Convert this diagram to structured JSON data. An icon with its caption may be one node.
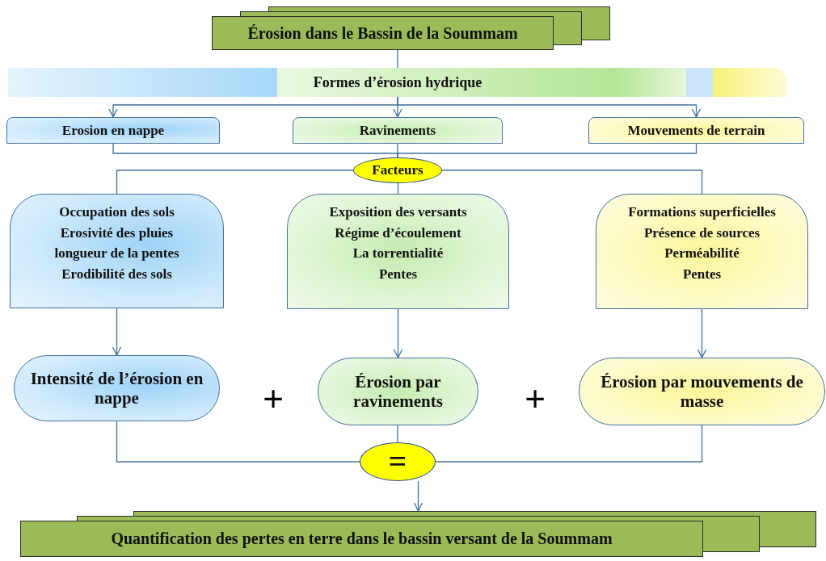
{
  "diagram": {
    "nodes": [
      {
        "text": [
          "Érosion dans le Bassin de la Soummam"
        ]
      },
      {
        "text": [
          "Formes d’érosion hydrique"
        ]
      },
      {
        "text": [
          "Erosion en nappe"
        ]
      },
      {
        "text": [
          "Ravinements"
        ]
      },
      {
        "text": [
          "Mouvements de terrain"
        ]
      },
      {
        "text": [
          "Facteurs"
        ]
      },
      {
        "text": [
          "Occupation des sols",
          "Erosivité des pluies",
          "longueur de la pentes",
          "Erodibilité des sols"
        ]
      },
      {
        "text": [
          "Exposition des versants",
          "Régime d’écoulement",
          "La torrentialité",
          "Pentes"
        ]
      },
      {
        "text": [
          "Formations superficielles",
          "Présence de sources",
          "Perméabilité",
          "Pentes"
        ]
      },
      {
        "text": [
          "Intensité de l’érosion en nappe"
        ]
      },
      {
        "text": [
          "Érosion par ravinements"
        ]
      },
      {
        "text": [
          "Érosion par mouvements de masse"
        ]
      },
      {
        "text": [
          "="
        ]
      },
      {
        "text": [
          "Quantification des pertes en terre dans le bassin versant de la Soummam"
        ]
      }
    ],
    "edges": [
      {
        "from": 0,
        "to": 1,
        "arrow": "none"
      },
      {
        "from": 1,
        "to": 2,
        "arrow": "to"
      },
      {
        "from": 1,
        "to": 3,
        "arrow": "to"
      },
      {
        "from": 1,
        "to": 4,
        "arrow": "to"
      },
      {
        "from": 2,
        "to": 5,
        "arrow": "none"
      },
      {
        "from": 3,
        "to": 5,
        "arrow": "none"
      },
      {
        "from": 4,
        "to": 5,
        "arrow": "none"
      },
      {
        "from": 5,
        "to": 6,
        "arrow": "none"
      },
      {
        "from": 5,
        "to": 7,
        "arrow": "none"
      },
      {
        "from": 5,
        "to": 8,
        "arrow": "none"
      },
      {
        "from": 6,
        "to": 9,
        "arrow": "to"
      },
      {
        "from": 7,
        "to": 10,
        "arrow": "to"
      },
      {
        "from": 8,
        "to": 11,
        "arrow": "to"
      },
      {
        "from": 9,
        "to": 12,
        "arrow": "none"
      },
      {
        "from": 10,
        "to": 12,
        "arrow": "none"
      },
      {
        "from": 11,
        "to": 12,
        "arrow": "none"
      },
      {
        "from": 12,
        "to": 13,
        "arrow": "to"
      }
    ],
    "labels": [
      "+",
      "+"
    ]
  }
}
